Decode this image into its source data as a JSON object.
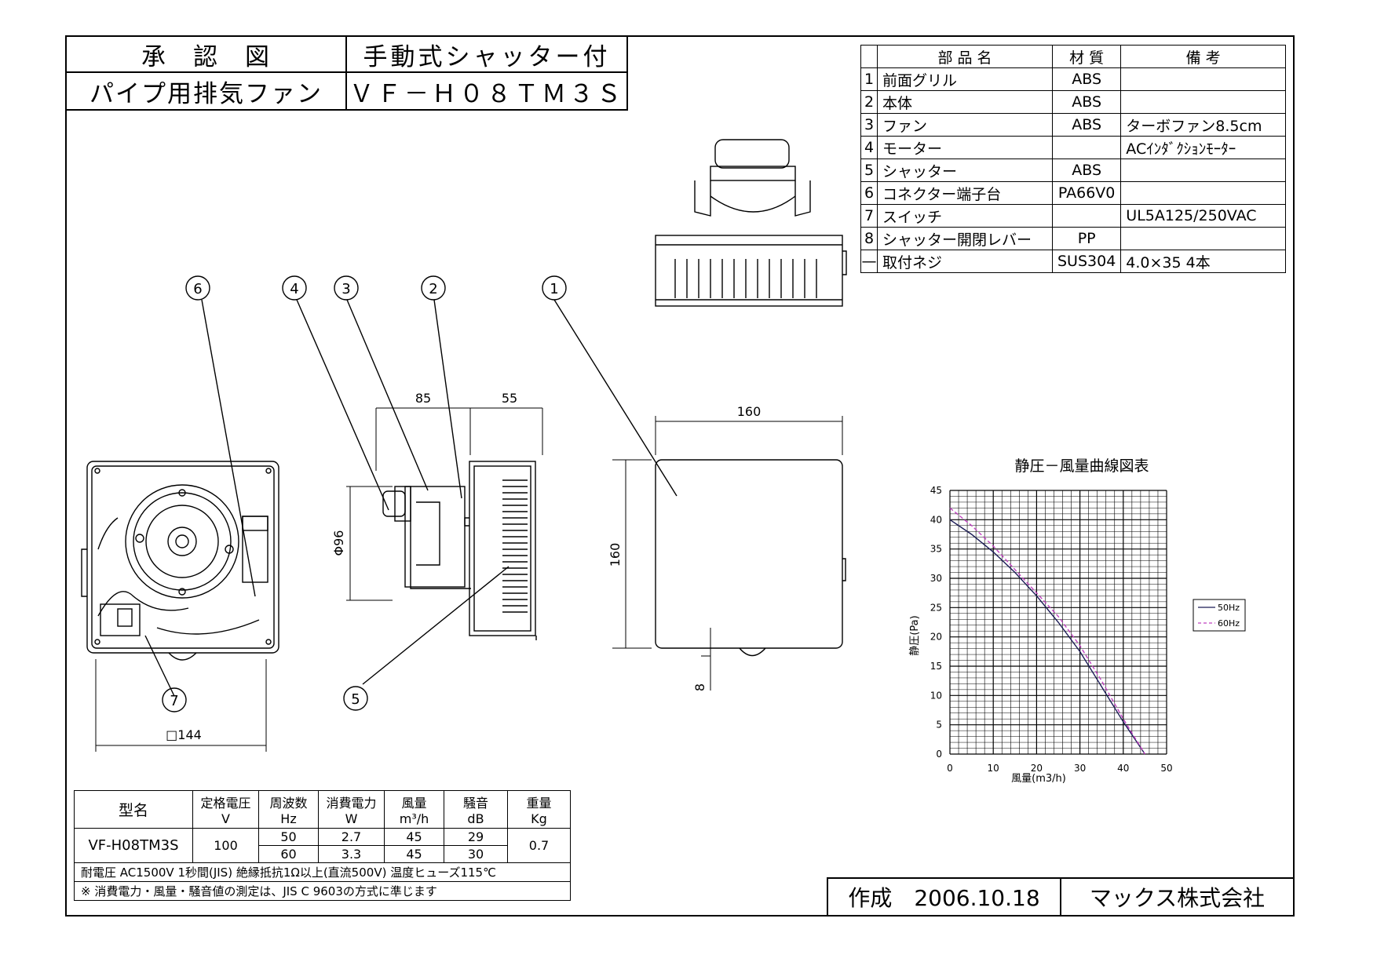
{
  "title_block": {
    "row1_left": "承　認　図",
    "row1_right": "手動式シャッター付",
    "row2_left": "パイプ用排気ファン",
    "row2_right": "ＶＦ－Ｈ０８ＴＭ３Ｓ"
  },
  "parts_table": {
    "headers": [
      "部 品 名",
      "材 質",
      "備 考"
    ],
    "rows": [
      {
        "no": "1",
        "name": "前面グリル",
        "material": "ABS",
        "note": ""
      },
      {
        "no": "2",
        "name": "本体",
        "material": "ABS",
        "note": ""
      },
      {
        "no": "3",
        "name": "ファン",
        "material": "ABS",
        "note": "ターボファン8.5cm"
      },
      {
        "no": "4",
        "name": "モーター",
        "material": "",
        "note": "ACｲﾝﾀﾞｸｼｮﾝﾓｰﾀｰ"
      },
      {
        "no": "5",
        "name": "シャッター",
        "material": "ABS",
        "note": ""
      },
      {
        "no": "6",
        "name": "コネクター端子台",
        "material": "PA66V0",
        "note": ""
      },
      {
        "no": "7",
        "name": "スイッチ",
        "material": "",
        "note": "UL5A125/250VAC"
      },
      {
        "no": "8",
        "name": "シャッター開閉レバー",
        "material": "PP",
        "note": ""
      },
      {
        "no": "—",
        "name": "取付ネジ",
        "material": "SUS304",
        "note": "4.0×35 4本"
      }
    ]
  },
  "callouts": [
    "6",
    "4",
    "3",
    "2",
    "1",
    "7",
    "5"
  ],
  "dimensions": {
    "depth_front": "85",
    "depth_rear": "55",
    "pipe_dia": "Φ96",
    "width": "160",
    "height": "160",
    "tab": "8",
    "base": "□144"
  },
  "chart_data": {
    "type": "line",
    "title": "静圧－風量曲線図表",
    "xlabel": "風量(m3/h)",
    "ylabel": "静圧(Pa)",
    "xlim": [
      0,
      50
    ],
    "ylim": [
      0,
      45
    ],
    "xticks": [
      "0",
      "10",
      "20",
      "30",
      "40",
      "50"
    ],
    "yticks": [
      "0",
      "5",
      "10",
      "15",
      "20",
      "25",
      "30",
      "35",
      "40",
      "45"
    ],
    "grid": true,
    "legend": "right",
    "series": [
      {
        "name": "50Hz",
        "color": "#1a1a55",
        "dash": false,
        "x": [
          0,
          5,
          10,
          15,
          20,
          25,
          30,
          35,
          40,
          45
        ],
        "y": [
          40,
          37.5,
          34.5,
          31,
          27,
          22.5,
          17.5,
          11.5,
          5.5,
          0
        ]
      },
      {
        "name": "60Hz",
        "color": "#c040c0",
        "dash": true,
        "x": [
          0,
          5,
          10,
          15,
          20,
          25,
          30,
          35,
          40,
          45
        ],
        "y": [
          42,
          39,
          35.5,
          31.5,
          27.5,
          23.5,
          18.5,
          12.5,
          6,
          0
        ]
      }
    ]
  },
  "spec_table": {
    "headers": [
      {
        "top": "型名",
        "bottom": ""
      },
      {
        "top": "定格電圧",
        "bottom": "V"
      },
      {
        "top": "周波数",
        "bottom": "Hz"
      },
      {
        "top": "消費電力",
        "bottom": "W"
      },
      {
        "top": "風量",
        "bottom": "m³/h"
      },
      {
        "top": "騒音",
        "bottom": "dB"
      },
      {
        "top": "重量",
        "bottom": "Kg"
      }
    ],
    "model": "VF-H08TM3S",
    "voltage": "100",
    "weight": "0.7",
    "rows": [
      {
        "hz": "50",
        "w": "2.7",
        "flow": "45",
        "db": "29"
      },
      {
        "hz": "60",
        "w": "3.3",
        "flow": "45",
        "db": "30"
      }
    ],
    "note1": "耐電圧 AC1500V 1秒間(JIS) 絶縁抵抗1Ω以上(直流500V) 温度ヒューズ115℃",
    "note2": "※ 消費電力・風量・騒音値の測定は、JIS C 9603の方式に準じます"
  },
  "footer": {
    "date": "作成　2006.10.18",
    "company": "マックス株式会社"
  }
}
